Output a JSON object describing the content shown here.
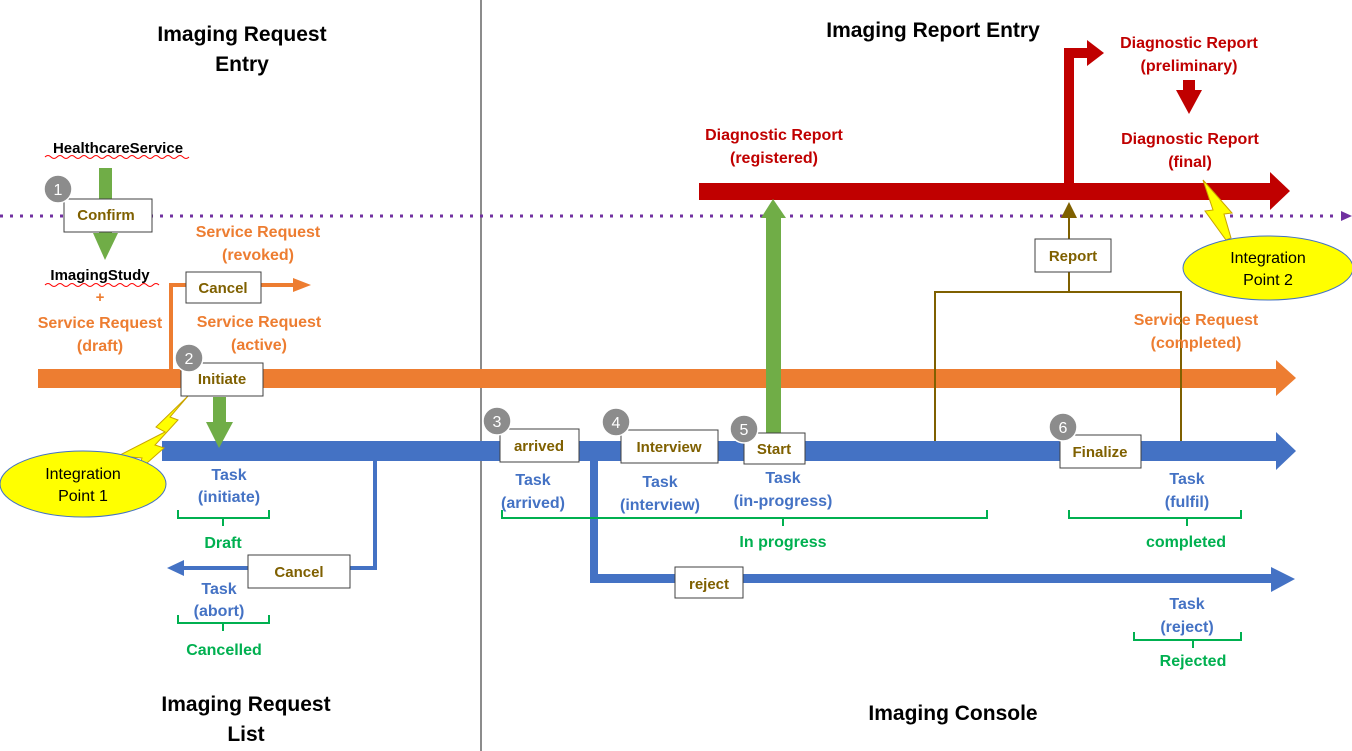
{
  "sections": {
    "request_entry": [
      "Imaging Request",
      "Entry"
    ],
    "report_entry": "Imaging Report Entry",
    "request_list": [
      "Imaging Request",
      "List"
    ],
    "console": "Imaging Console"
  },
  "resources": {
    "healthcare_service": "HealthcareService",
    "imaging_study": "ImagingStudy",
    "plus": "+",
    "sr_draft": [
      "Service Request",
      "(draft)"
    ],
    "sr_revoked": [
      "Service Request",
      "(revoked)"
    ],
    "sr_active": [
      "Service Request",
      "(active)"
    ],
    "sr_completed": [
      "Service Request",
      "(completed)"
    ],
    "dr_registered": [
      "Diagnostic Report",
      "(registered)"
    ],
    "dr_preliminary": [
      "Diagnostic Report",
      "(preliminary)"
    ],
    "dr_final": [
      "Diagnostic Report",
      "(final)"
    ],
    "task_initiate": [
      "Task",
      "(initiate)"
    ],
    "task_abort": [
      "Task",
      "(abort)"
    ],
    "task_arrived": [
      "Task",
      "(arrived)"
    ],
    "task_interview": [
      "Task",
      "(interview)"
    ],
    "task_in_progress": [
      "Task",
      "(in-progress)"
    ],
    "task_fulfil": [
      "Task",
      "(fulfil)"
    ],
    "task_reject": [
      "Task",
      "(reject)"
    ]
  },
  "actions": {
    "confirm": "Confirm",
    "cancel_request": "Cancel",
    "initiate": "Initiate",
    "cancel_task": "Cancel",
    "arrived": "arrived",
    "interview": "Interview",
    "start": "Start",
    "finalize": "Finalize",
    "report": "Report",
    "reject": "reject"
  },
  "steps": [
    "1",
    "2",
    "3",
    "4",
    "5",
    "6"
  ],
  "statuses": {
    "draft": "Draft",
    "cancelled": "Cancelled",
    "in_progress": "In progress",
    "completed": "completed",
    "rejected": "Rejected"
  },
  "integration_points": {
    "one": [
      "Integration",
      "Point 1"
    ],
    "two": [
      "Integration",
      "Point 2"
    ]
  },
  "colors": {
    "service_request": "#ED7D31",
    "task": "#4472C4",
    "diagnostic_report": "#C00000",
    "green_arrow": "#70AD47",
    "status_green": "#00B050",
    "action_text": "#7F6000",
    "integration_fill": "#FFFF00",
    "dotted_line": "#7030A0",
    "step_circle": "#8C8C8C"
  }
}
